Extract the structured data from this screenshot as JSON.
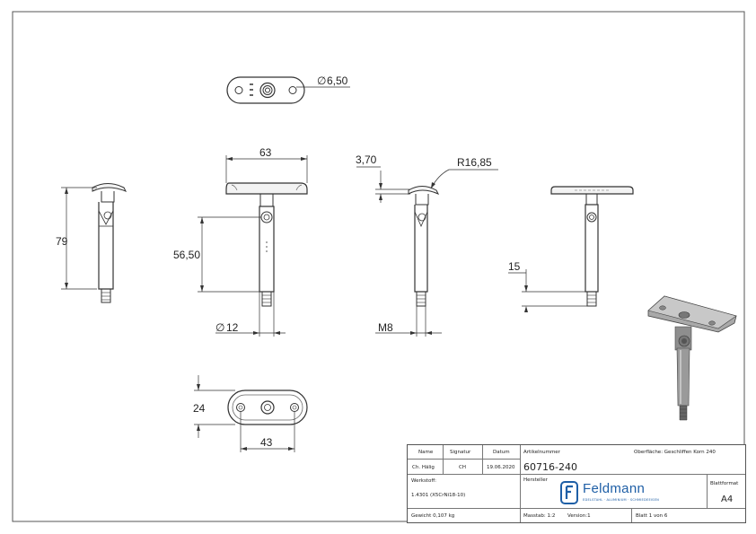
{
  "dimensions": {
    "hole_diameter": "6,50",
    "width_top": "63",
    "radius_tilt": "3,70",
    "saddle_radius": "R16,85",
    "total_height": "79",
    "stem_height": "56,50",
    "stem_diameter": "12",
    "thread": "M8",
    "offset": "15",
    "plate_height": "24",
    "hole_spacing": "43"
  },
  "title_block": {
    "name_label": "Name",
    "signatur_label": "Signatur",
    "datum_label": "Datum",
    "artikel_label": "Artikelnummer",
    "oberflaeche": "Oberfläche: Geschliffen Korn 240",
    "name_value": "Ch. Hälig",
    "signatur_value": "CH",
    "datum_value": "19.06.2020",
    "artikel_value": "60716-240",
    "werkstoff_label": "Werkstoff:",
    "werkstoff_value": "1.4301 (X5CrNi18-10)",
    "hersteller_label": "Hersteller",
    "brand": "Feldmann",
    "brand_sub": "EDELSTAHL · ALUMINIUM · SCHMIEDEEISEN",
    "blattformat_label": "Blattformat",
    "blattformat_value": "A4",
    "gewicht": "Gewicht 0,107 kg",
    "massstab": "Masstab: 1:2",
    "version": "Version:1",
    "blatt": "Blatt 1 von 6"
  }
}
